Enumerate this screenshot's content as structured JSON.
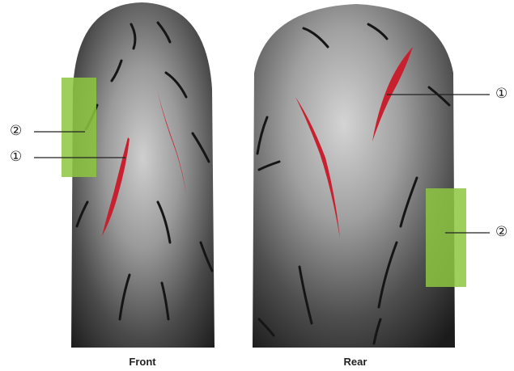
{
  "captions": {
    "front": "Front",
    "rear": "Rear"
  },
  "callouts": {
    "front_marker_2": "②",
    "front_marker_1": "①",
    "rear_marker_1": "①",
    "rear_marker_2": "②"
  },
  "colors": {
    "tread_red": "#c8202e",
    "highlight_green": "#8dc63f",
    "tire_light": "#c9c9c9",
    "tire_dark": "#1e1e1e",
    "leader_line": "#222222"
  }
}
